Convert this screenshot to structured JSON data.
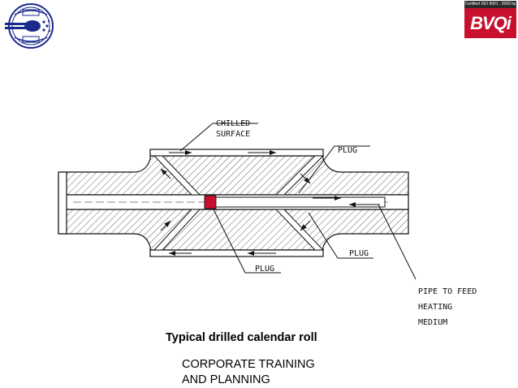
{
  "logos": {
    "left_emblem_icon": "gear-emblem-icon",
    "right_certificate_text": "Certified ISO 9001 : 2000 by",
    "right_mark_text": "BVQi"
  },
  "diagram": {
    "labels": {
      "chilled_surface_line1": "CHILLED",
      "chilled_surface_line2": "SURFACE",
      "plug_top": "PLUG",
      "plug_bottom_right": "PLUG",
      "plug_bottom_center": "PLUG",
      "pipe_line1": "PIPE TO FEED",
      "pipe_line2": "HEATING",
      "pipe_line3": "MEDIUM"
    },
    "colors": {
      "plug_marker": "#c8102e",
      "line": "#111111"
    }
  },
  "caption": "Typical drilled calendar roll",
  "footer": {
    "line1": "CORPORATE TRAINING",
    "line2": "AND PLANNING"
  }
}
